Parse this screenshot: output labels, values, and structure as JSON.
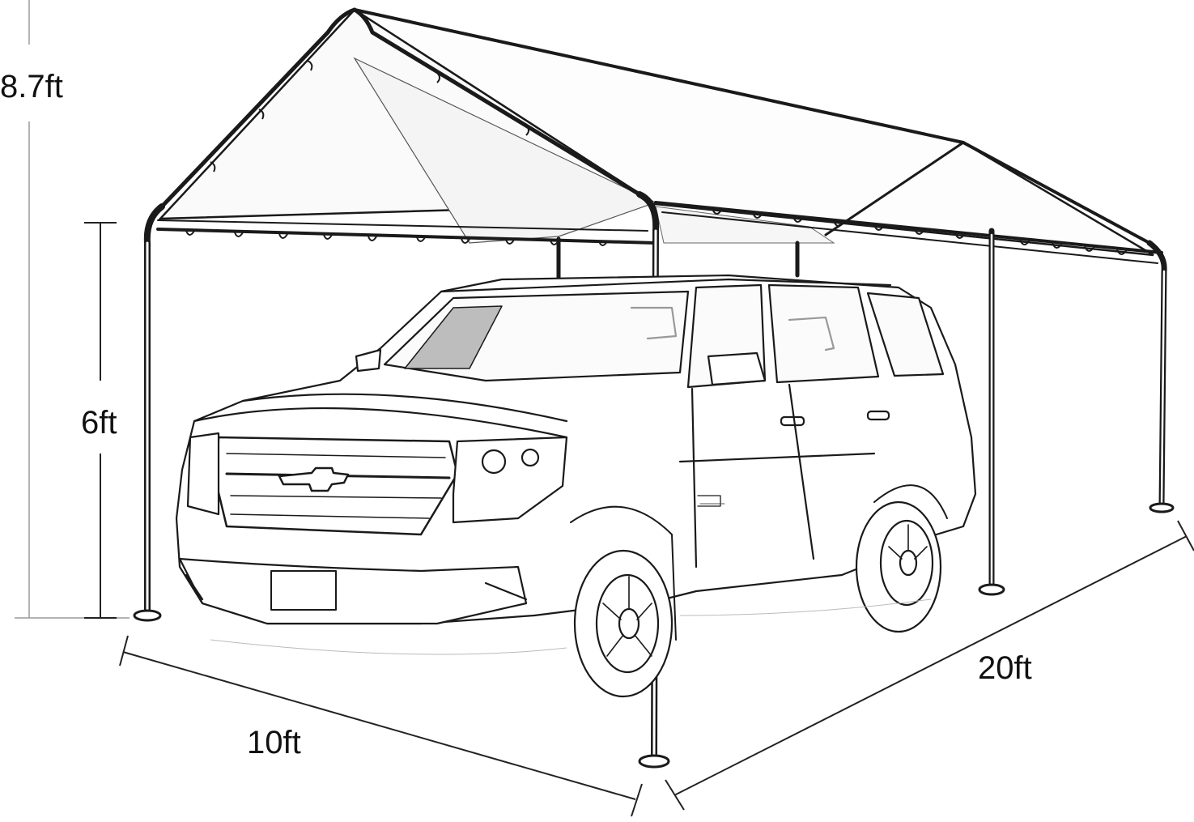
{
  "dimensions": {
    "total_height": "8.7ft",
    "side_height": "6ft",
    "width": "10ft",
    "length": "20ft"
  },
  "colors": {
    "line": "#1a1a1a",
    "dim_line": "#222222",
    "light_line": "#9a9a9a",
    "canopy": "#fdfdfd",
    "window_tint": "#bdbdbd",
    "background": "#ffffff"
  },
  "subjects": [
    "carport-frame",
    "suv-vehicle"
  ]
}
